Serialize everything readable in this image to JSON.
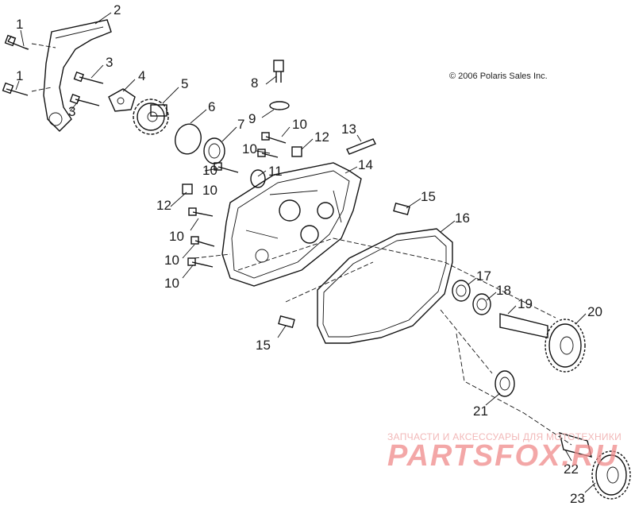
{
  "copyright": "© 2006 Polaris Sales Inc.",
  "watermark": {
    "tagline": "ЗАПЧАСТИ И АКСЕССУАРЫ ДЛЯ МОТОТЕХНИКИ",
    "brand": "PARTSFOX.RU"
  },
  "callouts": [
    "1",
    "2",
    "3",
    "4",
    "5",
    "6",
    "7",
    "8",
    "9",
    "10",
    "11",
    "12",
    "13",
    "14",
    "15",
    "16",
    "17",
    "18",
    "19",
    "20",
    "21",
    "22",
    "23"
  ]
}
